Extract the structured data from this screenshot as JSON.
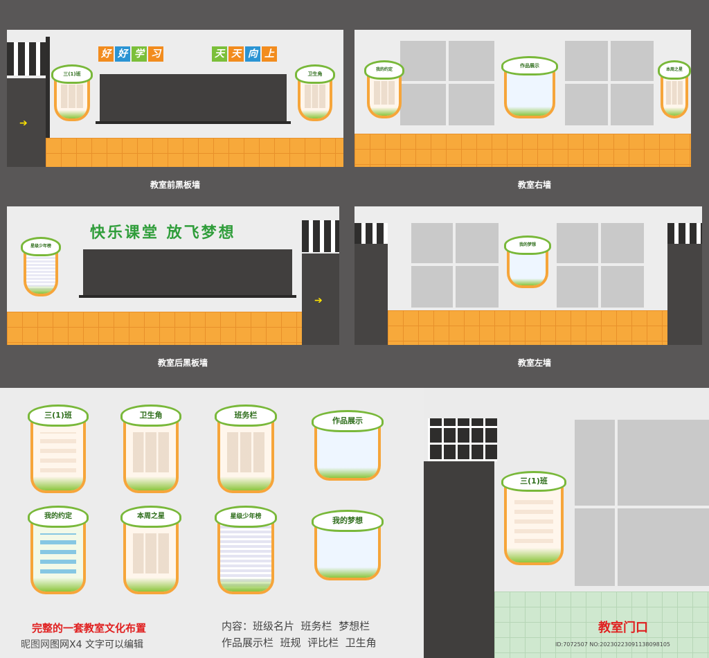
{
  "wall_captions": [
    "教室前黑板墙",
    "教室右墙",
    "教室后黑板墙",
    "教室左墙"
  ],
  "front_wall": {
    "slogan_left": [
      "好",
      "好",
      "学",
      "习"
    ],
    "slogan_right": [
      "天",
      "天",
      "向",
      "上"
    ],
    "plaque_left_title": "三(1)班",
    "plaque_right_title": "卫生角"
  },
  "right_wall": {
    "plaque_left_title": "我的约定",
    "plaque_center_title": "作品展示",
    "plaque_right_title": "本周之星"
  },
  "back_wall": {
    "slogan": "快乐课堂 放飞梦想",
    "plaque_title": "星级少年榜"
  },
  "left_wall": {
    "plaque_title": "我的梦想"
  },
  "boards": [
    {
      "title": "三(1)班"
    },
    {
      "title": "卫生角"
    },
    {
      "title": "班务栏"
    },
    {
      "title": "作品展示"
    },
    {
      "title": "我的约定"
    },
    {
      "title": "本周之星"
    },
    {
      "title": "星级少年榜"
    },
    {
      "title": "我的梦想"
    }
  ],
  "bottom_left": {
    "title": "完整的一套教室文化布置",
    "subtitle": "图网X4 文字可以编辑"
  },
  "bottom_content": {
    "line1": "内容：班级名片  班务栏  梦想栏",
    "line2": "作品展示栏  班规  评比栏  卫生角"
  },
  "entrance": {
    "label": "教室门口",
    "plaque_title": "三(1)班"
  },
  "footer": {
    "site": "昵图网",
    "id": "ID:7072507 NO:20230223091138098105"
  },
  "colors": {
    "background_top": "#595757",
    "wall": "#ededed",
    "tiles": "#f7a93b",
    "green_tiles": "#cfe8cf",
    "board": "#413f3e",
    "accent_green": "#79b83a",
    "accent_red": "#e02020"
  },
  "icons": [
    "arrow-right-icon"
  ]
}
